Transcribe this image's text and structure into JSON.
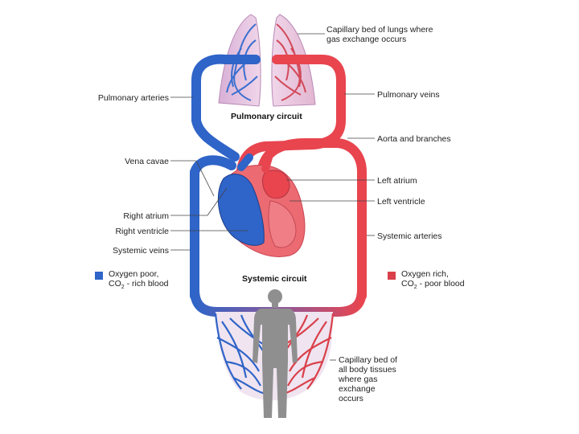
{
  "labels": {
    "capillary_lungs": "Capillary bed of lungs where gas exchange occurs",
    "pulmonary_arteries": "Pulmonary arteries",
    "pulmonary_veins": "Pulmonary veins",
    "pulmonary_circuit": "Pulmonary circuit",
    "aorta": "Aorta and branches",
    "vena_cavae": "Vena cavae",
    "left_atrium": "Left atrium",
    "left_ventricle": "Left ventricle",
    "right_atrium": "Right atrium",
    "right_ventricle": "Right ventricle",
    "systemic_arteries": "Systemic arteries",
    "systemic_veins": "Systemic veins",
    "systemic_circuit": "Systemic circuit",
    "capillary_body": "Capillary bed of all body tissues where gas exchange occurs"
  },
  "legend": {
    "oxygen_poor": {
      "line1": "Oxygen poor,",
      "line2_pre": "CO",
      "line2_sub": "2",
      "line2_post": " - rich blood",
      "color": "#2f64c8"
    },
    "oxygen_rich": {
      "line1": "Oxygen rich,",
      "line2_pre": "CO",
      "line2_sub": "2",
      "line2_post": " - poor blood",
      "color": "#d9404a"
    }
  },
  "colors": {
    "blue": "#2f64c8",
    "red": "#e8454f",
    "lung_tint": "#e6bfdc",
    "human": "#8f8f8f"
  }
}
